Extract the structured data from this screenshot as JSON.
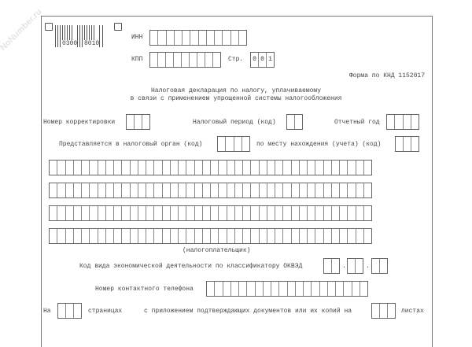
{
  "watermark": "NoNumber.ru",
  "barcode": {
    "code1": "0300",
    "code2": "8010"
  },
  "header": {
    "inn_label": "ИНН",
    "kpp_label": "КПП",
    "page_label": "Стр.",
    "page_digits": [
      "0",
      "0",
      "1"
    ],
    "form_code": "Форма по КНД 1152017"
  },
  "title": {
    "line1": "Налоговая декларация по налогу, уплачиваемому",
    "line2": "в связи с применением упрощенной системы налогообложения"
  },
  "fields": {
    "correction_label": "Номер корректировки",
    "period_label": "Налоговый период (код)",
    "year_label": "Отчетный год",
    "tax_office_label": "Представляется в налоговый орган (код)",
    "location_label": "по месту нахождения (учета) (код)",
    "taxpayer_caption": "(налогоплательщик)",
    "okved_label": "Код вида экономической деятельности по классификатору ОКВЭД",
    "okved_sep": ".",
    "phone_label": "Номер контактного телефона",
    "pages_prefix": "На",
    "pages_label": "страницах",
    "attachments_label": "с приложением подтверждающих документов или их копий на",
    "sheets_label": "листах"
  }
}
